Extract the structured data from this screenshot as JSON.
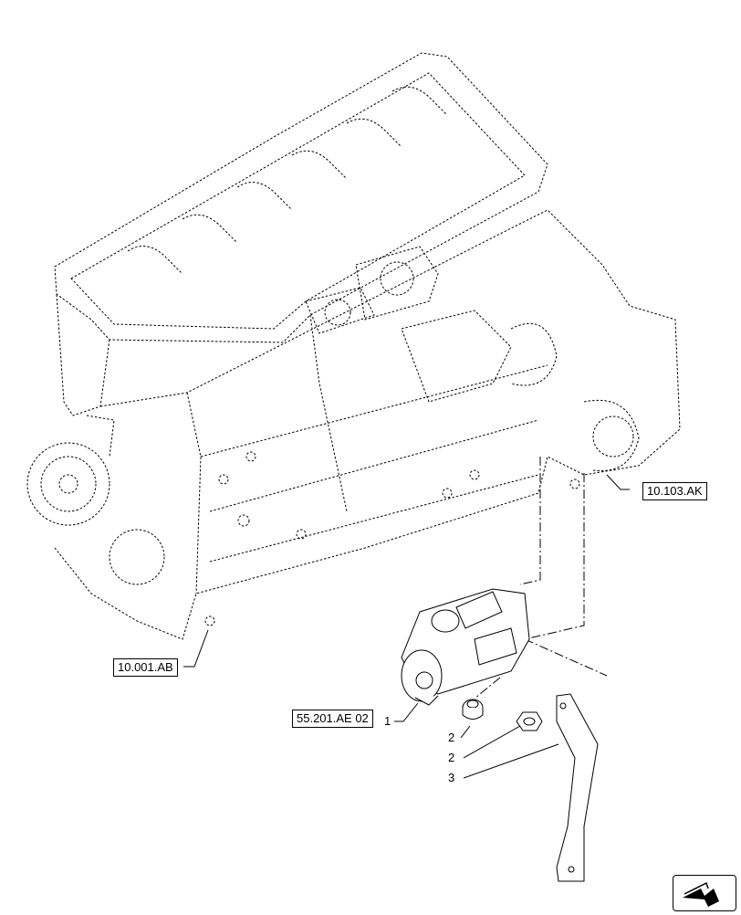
{
  "references": {
    "engine_block": "10.001.AB",
    "timing_cover": "10.103.AK",
    "starter_motor_ref": "55.201.AE 02"
  },
  "callouts": {
    "starter_motor": "1",
    "washer": "2",
    "nut": "2",
    "bracket": "3"
  },
  "icons": {
    "navigation": "arrow-next-icon"
  }
}
